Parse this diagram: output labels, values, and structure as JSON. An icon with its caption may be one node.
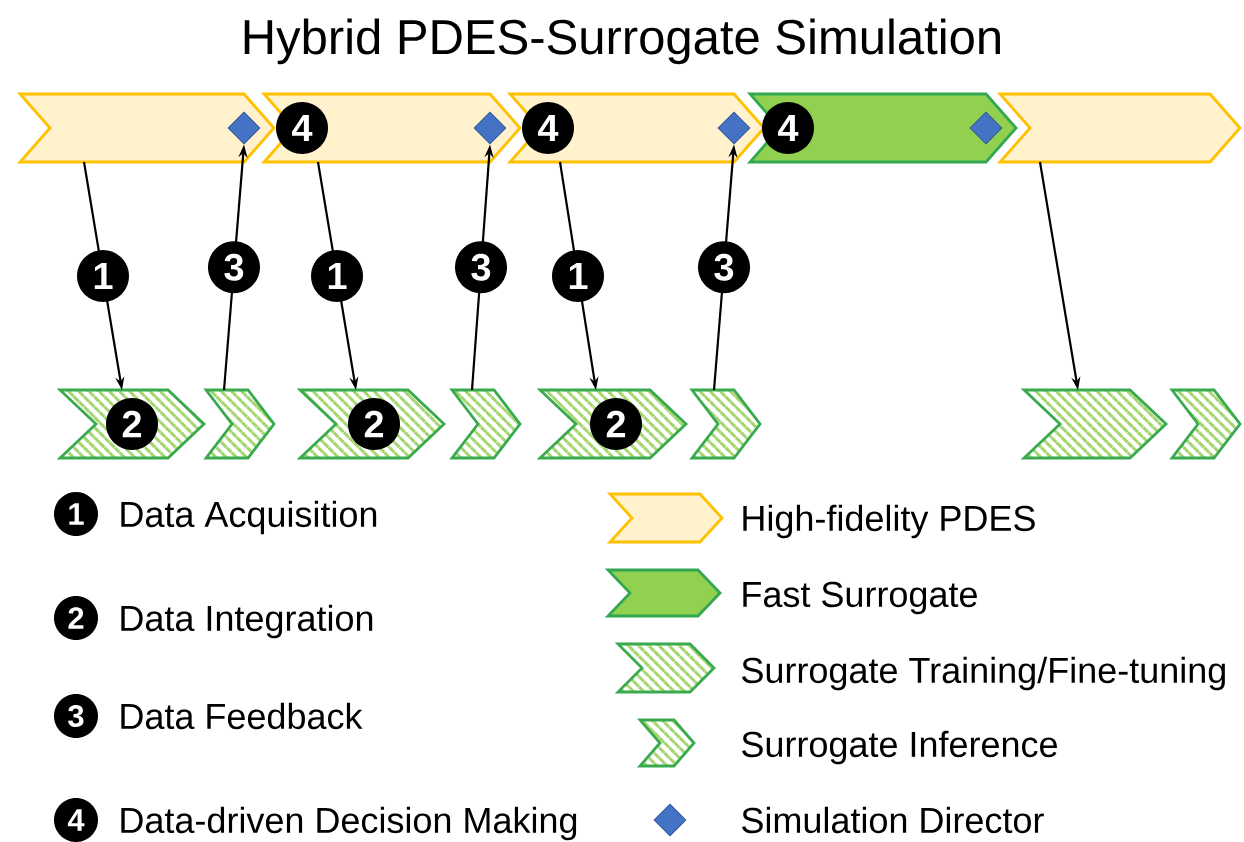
{
  "diagram": {
    "title": "Hybrid PDES-Surrogate Simulation",
    "nodes": [
      {
        "text": [],
        "shape": "chevron"
      },
      {
        "text": [],
        "shape": "diamond",
        "in": 0
      },
      {
        "text": [
          "4"
        ]
      },
      {
        "text": [],
        "shape": "diamond",
        "in": 2
      },
      {
        "text": [
          "4"
        ]
      },
      {
        "text": [],
        "shape": "diamond",
        "in": 4
      },
      {
        "text": [
          "4"
        ]
      },
      {
        "text": [],
        "shape": "diamond",
        "in": 6
      },
      {
        "text": [],
        "shape": "chevron"
      },
      {
        "text": [
          "2"
        ]
      },
      {
        "text": [],
        "shape": "chevron"
      },
      {
        "text": [
          "2"
        ]
      },
      {
        "text": [],
        "shape": "chevron"
      },
      {
        "text": [
          "2"
        ]
      },
      {
        "text": [],
        "shape": "chevron"
      },
      {
        "text": [],
        "shape": "chevron"
      },
      {
        "text": [],
        "shape": "chevron"
      }
    ],
    "edges": [
      {
        "from": 0,
        "to": 9,
        "arrow": "to",
        "label": "1"
      },
      {
        "from": 10,
        "to": 1,
        "arrow": "to",
        "label": "3"
      },
      {
        "from": 2,
        "to": 11,
        "arrow": "to",
        "label": "1"
      },
      {
        "from": 12,
        "to": 3,
        "arrow": "to",
        "label": "3"
      },
      {
        "from": 4,
        "to": 13,
        "arrow": "to",
        "label": "1"
      },
      {
        "from": 14,
        "to": 5,
        "arrow": "to",
        "label": "3"
      },
      {
        "from": 8,
        "to": 15,
        "arrow": "to"
      }
    ],
    "labels": [
      "1",
      "Data Acquisition",
      "2",
      "Data Integration",
      "3",
      "Data Feedback",
      "4",
      "Data-driven Decision Making"
    ],
    "legend": [
      {
        "text": "High-fidelity PDES"
      },
      {
        "text": "Fast Surrogate"
      },
      {
        "text": "Surrogate Training/Fine-tuning"
      },
      {
        "text": "Surrogate Inference"
      },
      {
        "text": "Simulation Director"
      }
    ]
  }
}
